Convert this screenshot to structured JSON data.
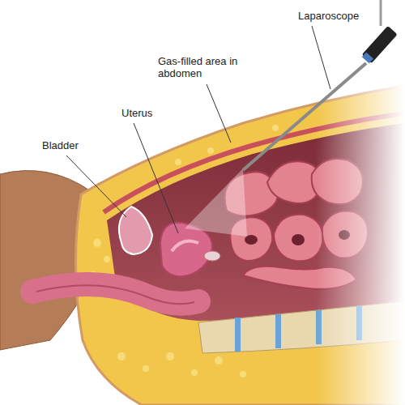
{
  "diagram": {
    "labels": [
      "Laparoscope",
      "Gas-filled area in abdomen",
      "Uterus",
      "Bladder"
    ]
  }
}
